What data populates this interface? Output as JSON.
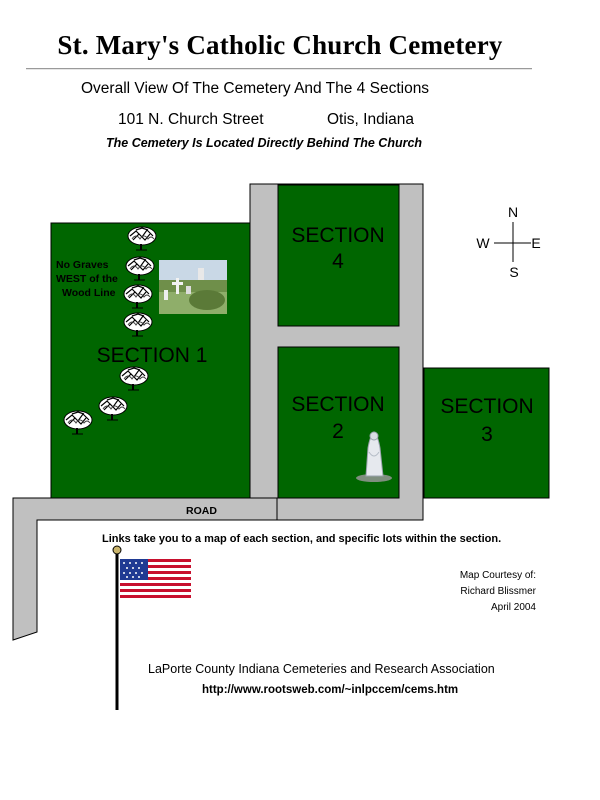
{
  "header": {
    "title": "St. Mary's Catholic Church Cemetery",
    "subtitle": "Overall View Of The Cemetery And The 4 Sections",
    "street": "101 N. Church Street",
    "city": "Otis, Indiana",
    "location_note": "The Cemetery Is Located Directly Behind The Church"
  },
  "map": {
    "sections": [
      {
        "id": "section-1",
        "line1": "SECTION 1",
        "line2": ""
      },
      {
        "id": "section-2",
        "line1": "SECTION",
        "line2": "2"
      },
      {
        "id": "section-3",
        "line1": "SECTION",
        "line2": "3"
      },
      {
        "id": "section-4",
        "line1": "SECTION",
        "line2": "4"
      }
    ],
    "road_label": "ROAD",
    "woods_note": [
      "No Graves",
      "WEST of the",
      "Wood Line"
    ],
    "compass": {
      "n": "N",
      "s": "S",
      "e": "E",
      "w": "W"
    },
    "colors": {
      "section_fill": "#006600",
      "road_fill": "#c0c0c0",
      "border": "#000000"
    }
  },
  "footer": {
    "links_note": "Links take you to a map of each section, and specific lots within the section.",
    "credit": [
      "Map Courtesy of:",
      "Richard Blissmer",
      "April 2004"
    ],
    "association": "LaPorte County Indiana Cemeteries and Research Association",
    "url": "http://www.rootsweb.com/~inlpccem/cems.htm"
  }
}
